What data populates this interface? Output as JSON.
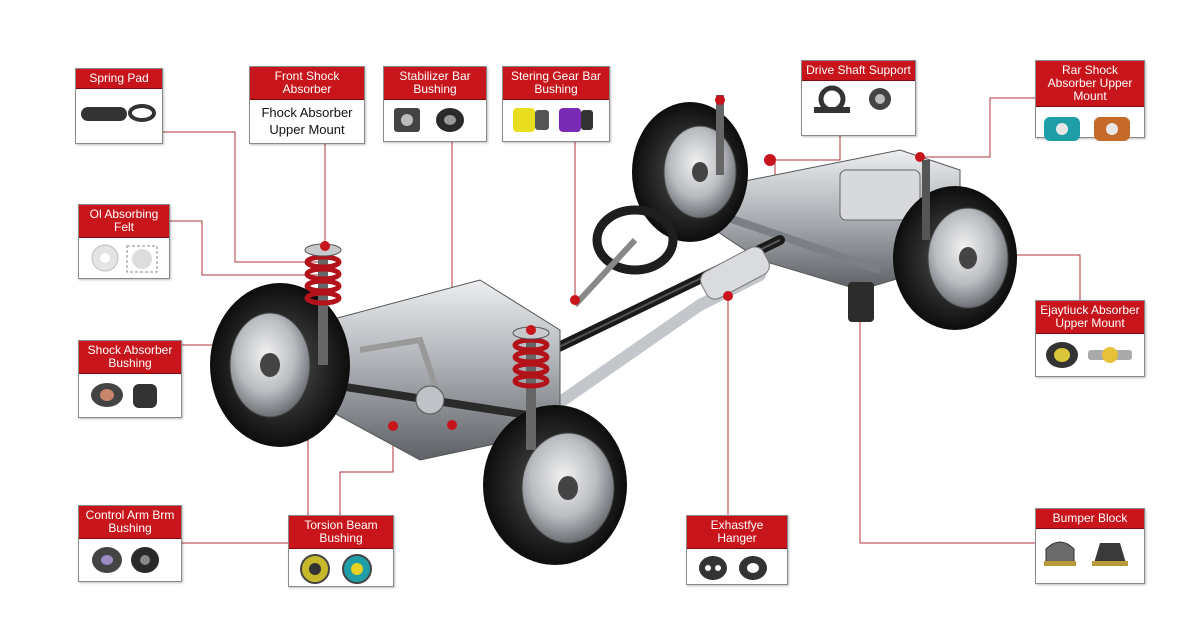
{
  "colors": {
    "header_red": "#c8141b",
    "leader_line": "#b0343b",
    "spring_red": "#b3121a"
  },
  "diagram": {
    "callouts": [
      {
        "id": "spring-pad",
        "label": "Spring Pad"
      },
      {
        "id": "front-shock-absorber",
        "label": "Front Shock Absorber",
        "sublabel": "Fhock Absorber Upper Mount"
      },
      {
        "id": "stabilizer-bar-bushing",
        "label": "Stabilizer Bar Bushing"
      },
      {
        "id": "steering-gear-bar-bushing",
        "label": "Stering Gear Bar Bushing"
      },
      {
        "id": "drive-shaft-support",
        "label": "Drive Shaft Support"
      },
      {
        "id": "rear-shock-absorber-upper-mount",
        "label": "Rar Shock Absorber Upper Mount"
      },
      {
        "id": "oil-absorbing-felt",
        "label": "Ol Absorbing Felt"
      },
      {
        "id": "shock-absorber-bushing",
        "label": "Shock Absorber Bushing"
      },
      {
        "id": "shock-absorber-upper-mount-right",
        "label": "Ejaytiuck Absorber Upper Mount"
      },
      {
        "id": "control-arm-bushing",
        "label": "Control Arm Brm Bushing"
      },
      {
        "id": "torsion-beam-bushing",
        "label": "Torsion Beam Bushing"
      },
      {
        "id": "exhaust-hanger",
        "label": "Exhastfye Hanger"
      },
      {
        "id": "bumper-block",
        "label": "Bumper Block"
      }
    ]
  }
}
